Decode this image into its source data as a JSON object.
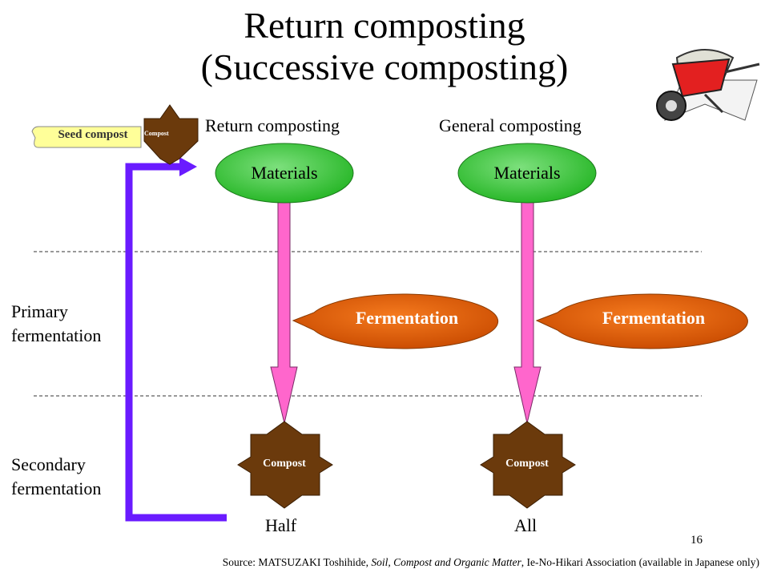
{
  "title": {
    "line1": "Return composting",
    "line2": "(Successive composting)"
  },
  "columns": {
    "return_heading": "Return composting",
    "general_heading": "General composting"
  },
  "nodes": {
    "return_materials": "Materials",
    "general_materials": "Materials",
    "return_fermentation": "Fermentation",
    "general_fermentation": "Fermentation",
    "return_compost": "Compost",
    "general_compost": "Compost",
    "seed_compost_label": "Compost",
    "seed_callout": "Seed compost"
  },
  "stages": {
    "primary_line1": "Primary",
    "primary_line2": "fermentation",
    "secondary_line1": "Secondary",
    "secondary_line2": "fermentation"
  },
  "results": {
    "return_result": "Half",
    "general_result": "All"
  },
  "page_number": "16",
  "source": {
    "prefix": "Source: MATSUZAKI Toshihide, ",
    "book_title": "Soil, Compost and Organic Matter",
    "suffix": ", Ie-No-Hikari Association (available in Japanese only)"
  },
  "colors": {
    "materials_fill": "#33cc33",
    "fermentation_fill": "#e8620a",
    "compost_fill": "#6b3a0c",
    "arrow_fill": "#ff66cc",
    "return_loop": "#6a1bff",
    "seed_callout_fill": "#ffff99"
  }
}
